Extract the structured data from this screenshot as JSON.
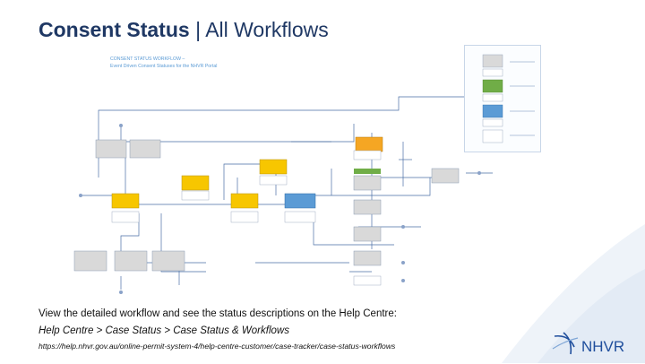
{
  "title": {
    "bold": "Consent Status",
    "separator": "|",
    "rest": "All Workflows"
  },
  "diagram": {
    "heading_line1": "CONSENT STATUS WORKFLOW –",
    "heading_line2": "Event Driven Consent Statuses for the NHVR Portal"
  },
  "caption": {
    "line1": "View the detailed workflow and see the status descriptions on the Help Centre:",
    "line2": "Help Centre > Case Status > Case Status & Workflows",
    "url": "https://help.nhvr.gov.au/online-permit-system-4/help-centre-customer/case-tracker/case-status-workflows"
  },
  "logo": {
    "text": "NHVR"
  },
  "colors": {
    "title": "#1f3864",
    "box_gray": "#d9d9d9",
    "box_orange": "#f5a623",
    "box_yellow": "#f7c600",
    "box_green": "#70ad47",
    "box_blue": "#5b9bd5",
    "line": "#4a6fa5",
    "logo_blue": "#1f4e9c"
  }
}
